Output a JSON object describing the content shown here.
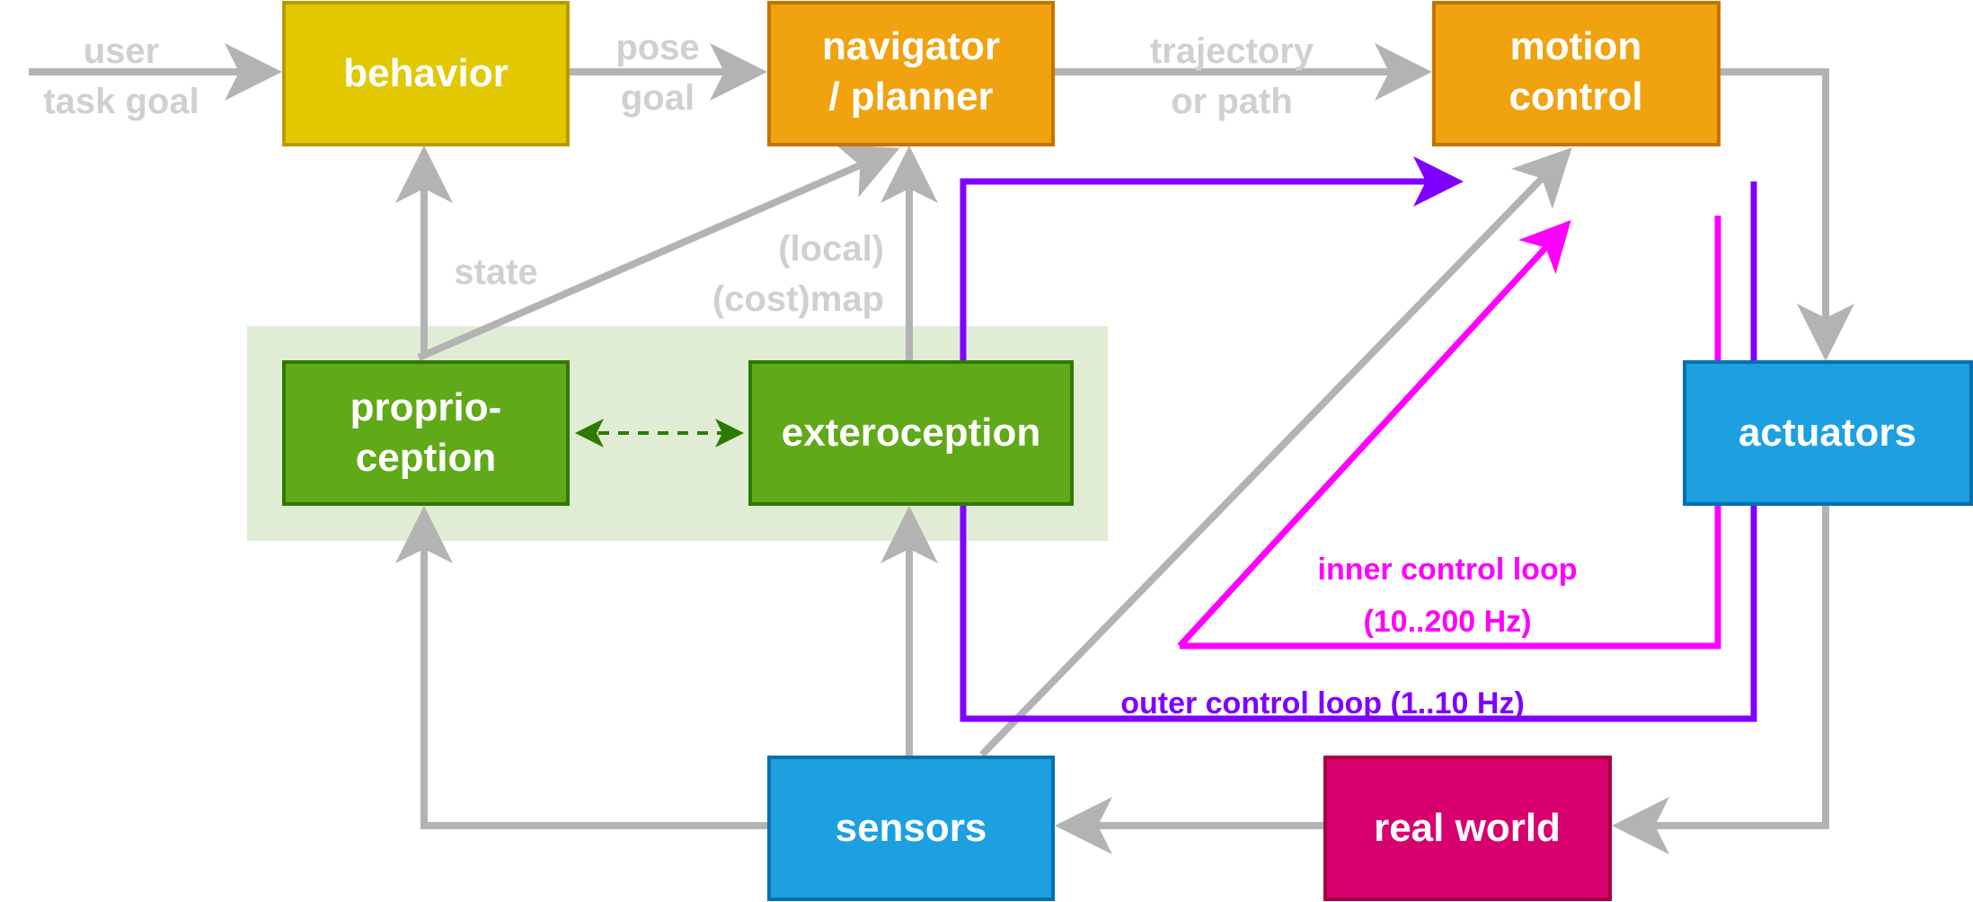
{
  "colors": {
    "edge_gray": "#b3b3b3",
    "label_gray": "#d0d0d0",
    "behavior_fill": "#e2c800",
    "behavior_border": "#b89a00",
    "orange_fill": "#f0a30e",
    "orange_border": "#c47400",
    "green_fill": "#60a918",
    "green_border": "#2e7a00",
    "green_band": "#e0edd4",
    "blue_fill": "#1ca0e0",
    "blue_border": "#0770b0",
    "red_fill": "#d8006f",
    "red_border": "#a6003f",
    "outer_loop": "#7f00ff",
    "inner_loop": "#ff00ff",
    "dashed_arrow": "#2e7a00"
  },
  "boxes": {
    "behavior": [
      "behavior"
    ],
    "navigator": [
      "navigator",
      "/ planner"
    ],
    "motion_control": [
      "motion",
      "control"
    ],
    "proprioception": [
      "proprio-",
      "ception"
    ],
    "exteroception": [
      "exteroception"
    ],
    "actuators": [
      "actuators"
    ],
    "sensors": [
      "sensors"
    ],
    "real_world": [
      "real world"
    ]
  },
  "edge_labels": {
    "user_task_goal": [
      "user",
      "task goal"
    ],
    "pose_goal": [
      "pose",
      "goal"
    ],
    "trajectory_or_path": [
      "trajectory",
      "or path"
    ],
    "state": [
      "state"
    ],
    "local_costmap": [
      "(local)",
      "(cost)map"
    ]
  },
  "loops": {
    "inner": [
      "inner control loop",
      "(10..200 Hz)"
    ],
    "outer": "outer control loop (1..10 Hz)"
  }
}
